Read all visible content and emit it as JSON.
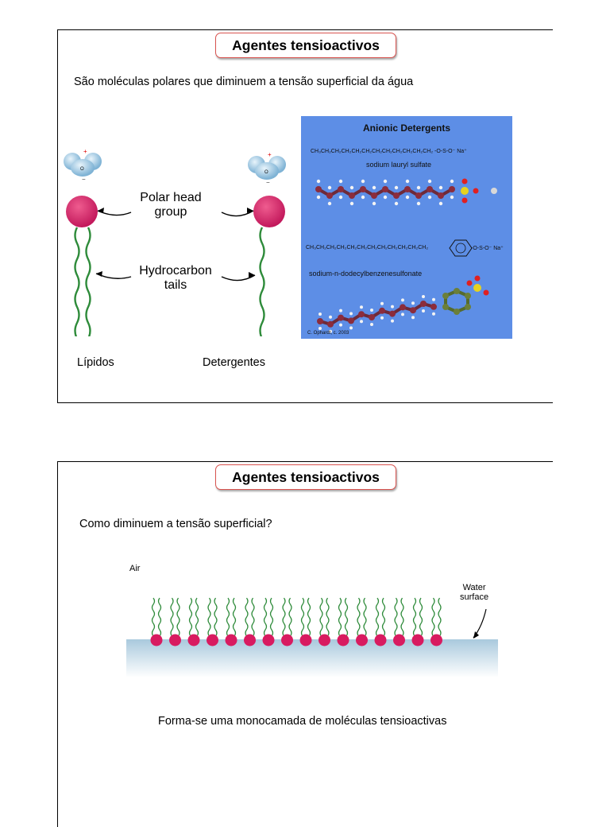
{
  "slide1": {
    "title": "Agentes tensioactivos",
    "subtitle": "São moléculas polares que diminuem a tensão superficial da água",
    "figure_labels": {
      "polar_head": "Polar head group",
      "polar_head_l1": "Polar  head",
      "polar_head_l2": "group",
      "tails_l1": "Hydrocarbon",
      "tails_l2": "tails"
    },
    "anionic": {
      "heading": "Anionic Detergents",
      "formula1": "CH₃CH₂CH₂CH₂CH₂CH₂CH₂CH₂CH₂CH₂CH₂CH₂ -O-S-O⁻ Na⁺",
      "name1": "sodium lauryl sulfate",
      "formula2": "CH₃CH₂CH₂CH₂CH₂CH₂CH₂CH₂CH₂CH₂CH₂CH₂",
      "formula2_tail": "-O-S-O⁻ Na⁺",
      "name2": "sodium-n-dodecylbenzenesulfonate",
      "credit": "C. Ophardt, c. 2003"
    },
    "caption_left": "Lípidos",
    "caption_right": "Detergentes"
  },
  "slide2": {
    "title": "Agentes tensioactivos",
    "question": "Como diminuem a tensão superficial?",
    "air_label": "Air",
    "water_l1": "Water",
    "water_l2": "surface",
    "conclusion": "Forma-se uma monocamada de moléculas tensioactivas"
  },
  "colors": {
    "title_border": "#d9534f",
    "head_pink": "#d81b60",
    "tail_green": "#2e8b3a",
    "panel_blue": "#5d8ee6",
    "water_top": "#a9c9dd"
  }
}
